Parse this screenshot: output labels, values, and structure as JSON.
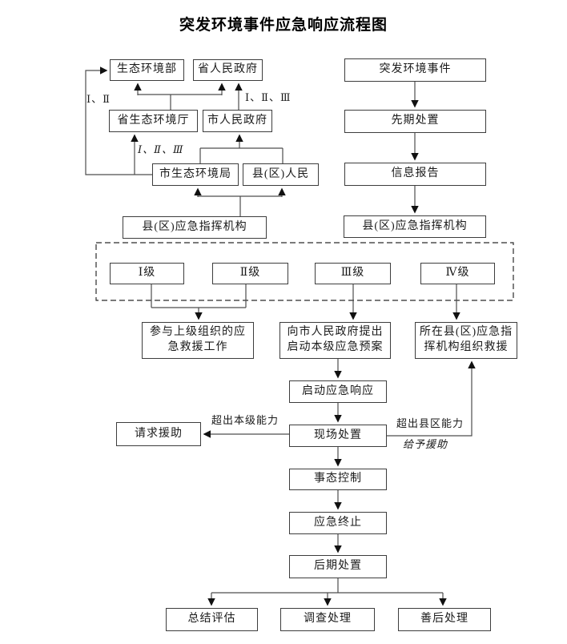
{
  "title": "突发环境事件应急响应流程图",
  "nodes": {
    "mee": {
      "label": "生态环境部"
    },
    "prov_gov": {
      "label": "省人民政府"
    },
    "prov_dept": {
      "label": "省生态环境厅"
    },
    "city_gov": {
      "label": "市人民政府"
    },
    "city_bureau": {
      "label": "市生态环境局"
    },
    "county_people": {
      "label": "县(区)人民"
    },
    "county_cmd_left": {
      "label": "县(区)应急指挥机构"
    },
    "incident": {
      "label": "突发环境事件"
    },
    "initial_disposal": {
      "label": "先期处置"
    },
    "info_report": {
      "label": "信息报告"
    },
    "county_cmd_right": {
      "label": "县(区)应急指挥机构"
    },
    "level_1": {
      "label": "Ⅰ级"
    },
    "level_2": {
      "label": "Ⅱ级"
    },
    "level_3": {
      "label": "Ⅲ级"
    },
    "level_4": {
      "label": "Ⅳ级"
    },
    "join_rescue": {
      "label": "参与上级组织的应急救援工作"
    },
    "propose_plan": {
      "label": "向市人民政府提出启动本级应急预案"
    },
    "local_rescue": {
      "label": "所在县(区)应急指挥机构组织救援"
    },
    "start_response": {
      "label": "启动应急响应"
    },
    "request_help": {
      "label": "请求援助"
    },
    "onsite_disposal": {
      "label": "现场处置"
    },
    "situation_control": {
      "label": "事态控制"
    },
    "response_end": {
      "label": "应急终止"
    },
    "post_disposal": {
      "label": "后期处置"
    },
    "summary_eval": {
      "label": "总结评估"
    },
    "investigation": {
      "label": "调查处理"
    },
    "aftermath": {
      "label": "善后处理"
    }
  },
  "edge_labels": {
    "roman_1_2": "Ⅰ、Ⅱ",
    "roman_1_2_3": "Ⅰ、Ⅱ、Ⅲ",
    "roman_1_2_3_italic": "Ⅰ、Ⅱ、Ⅲ",
    "exceed_local_capability": "超出本级能力",
    "exceed_county_capability": "超出县区能力",
    "give_assistance": "给予援助"
  },
  "colors": {
    "line": "#4d4d4d",
    "arrowhead": "#111111",
    "box_border": "#3d3d3d",
    "text": "#1a1a1a",
    "background": "#ffffff"
  }
}
